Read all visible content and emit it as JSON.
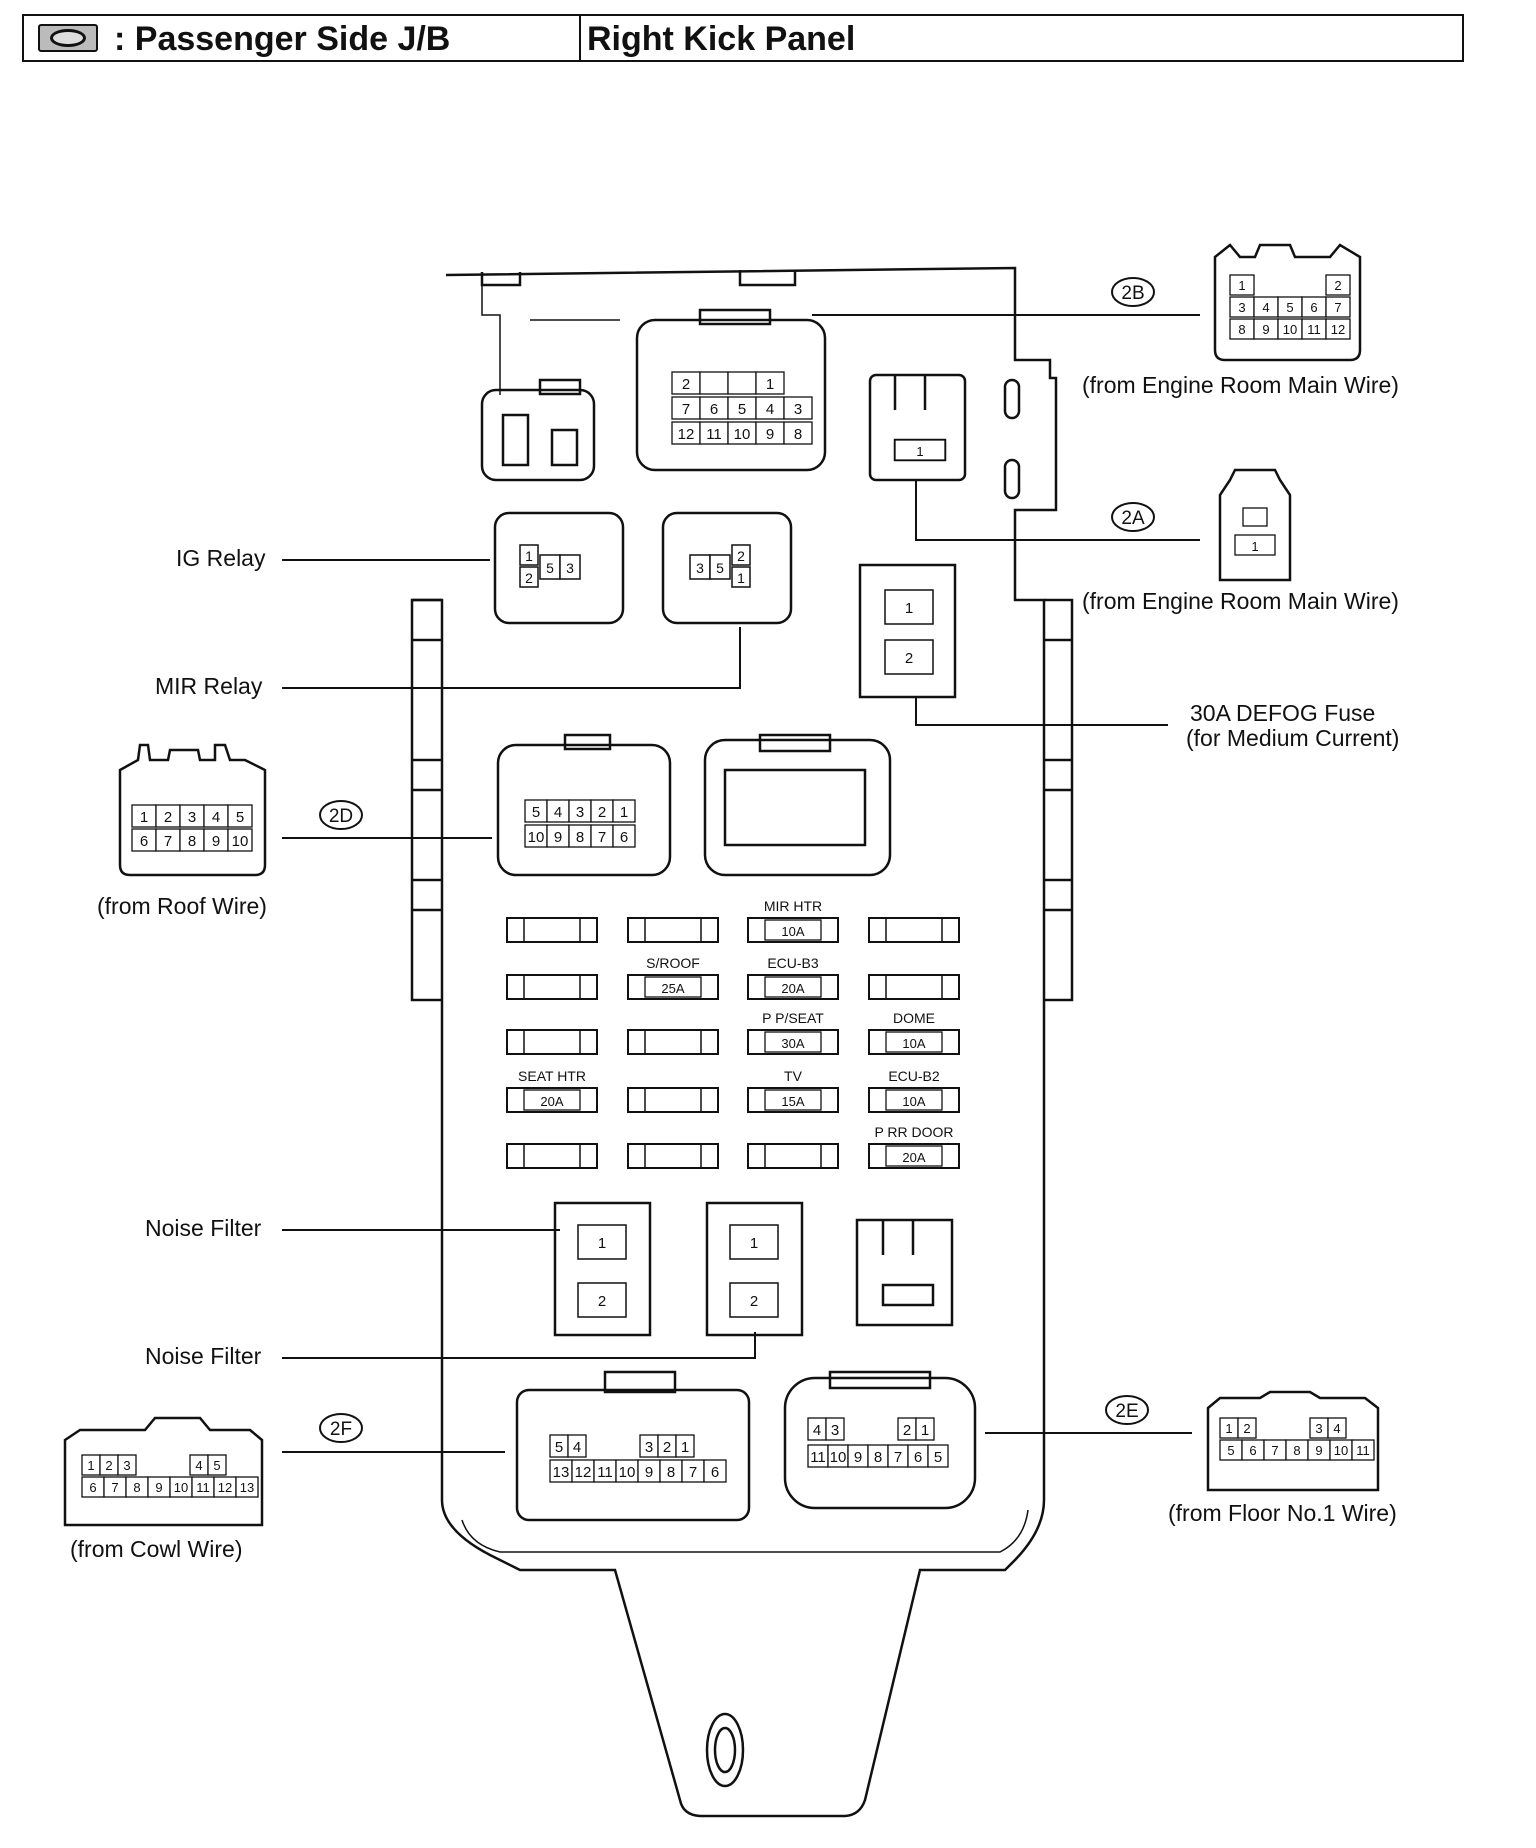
{
  "header": {
    "title": ": Passenger Side J/B",
    "location": "Right Kick Panel"
  },
  "connectors": [
    {
      "id": "2B",
      "source": "(from Engine Room Main Wire)",
      "pins": [
        "1",
        "2",
        "3",
        "4",
        "5",
        "6",
        "7",
        "8",
        "9",
        "10",
        "11",
        "12"
      ]
    },
    {
      "id": "2A",
      "source": "(from Engine Room Main Wire)",
      "pins": [
        "1"
      ]
    },
    {
      "id": "2D",
      "source": "(from Roof Wire)",
      "pins": [
        "1",
        "2",
        "3",
        "4",
        "5",
        "6",
        "7",
        "8",
        "9",
        "10"
      ]
    },
    {
      "id": "2F",
      "source": "(from Cowl Wire)",
      "pins": [
        "1",
        "2",
        "3",
        "4",
        "5",
        "6",
        "7",
        "8",
        "9",
        "10",
        "11",
        "12",
        "13"
      ]
    },
    {
      "id": "2E",
      "source": "(from Floor No.1 Wire)",
      "pins": [
        "1",
        "2",
        "3",
        "4",
        "5",
        "6",
        "7",
        "8",
        "9",
        "10",
        "11"
      ]
    }
  ],
  "labels": {
    "ig_relay": "IG Relay",
    "mir_relay": "MIR Relay",
    "defog_fuse_line1": "30A DEFOG Fuse",
    "defog_fuse_line2": "(for Medium Current)",
    "noise_filter_1": "Noise Filter",
    "noise_filter_2": "Noise Filter"
  },
  "relay_pins": {
    "ig": [
      "1",
      "2",
      "5",
      "3"
    ],
    "mir": [
      "3",
      "5",
      "2",
      "1"
    ]
  },
  "defog_pins": [
    "1",
    "2"
  ],
  "noise_filter_pins": [
    "1",
    "2"
  ],
  "fuses": [
    {
      "row": 1,
      "col": 3,
      "name": "MIR HTR",
      "amp": "10A"
    },
    {
      "row": 2,
      "col": 2,
      "name": "S/ROOF",
      "amp": "25A"
    },
    {
      "row": 2,
      "col": 3,
      "name": "ECU-B3",
      "amp": "20A"
    },
    {
      "row": 3,
      "col": 3,
      "name": "P P/SEAT",
      "amp": "30A"
    },
    {
      "row": 3,
      "col": 4,
      "name": "DOME",
      "amp": "10A"
    },
    {
      "row": 4,
      "col": 1,
      "name": "SEAT HTR",
      "amp": "20A"
    },
    {
      "row": 4,
      "col": 3,
      "name": "TV",
      "amp": "15A"
    },
    {
      "row": 4,
      "col": 4,
      "name": "ECU-B2",
      "amp": "10A"
    },
    {
      "row": 5,
      "col": 4,
      "name": "P RR DOOR",
      "amp": "20A"
    }
  ]
}
